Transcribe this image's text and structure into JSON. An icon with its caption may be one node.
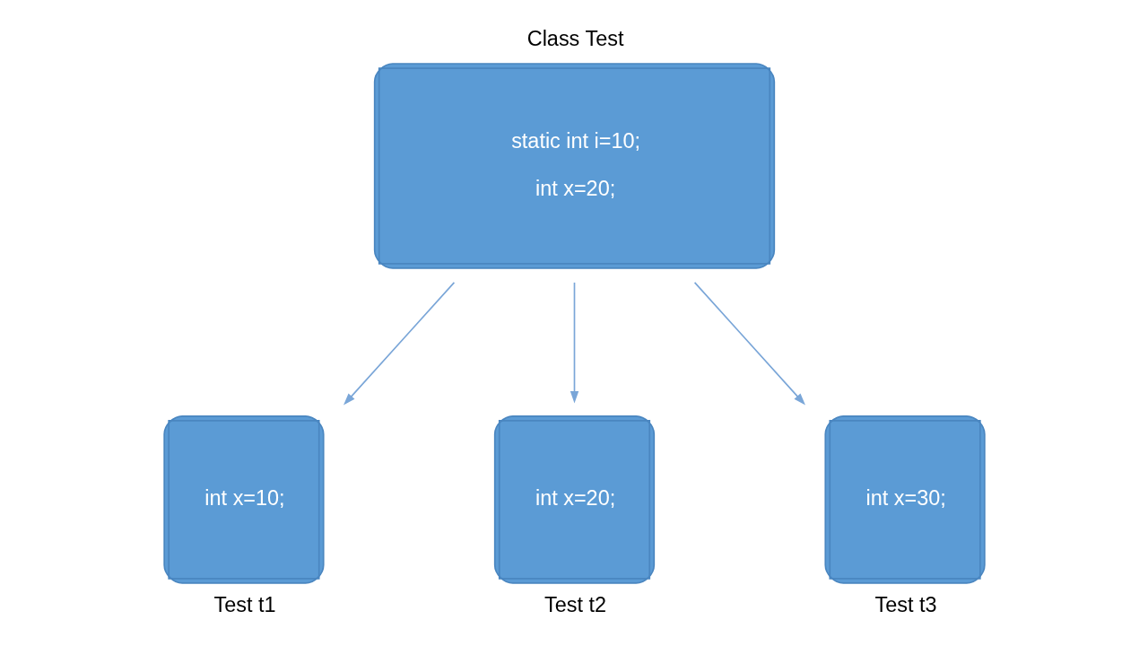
{
  "diagram": {
    "nodes": [
      {
        "text": [
          "static int i=10;",
          "int x=20;"
        ],
        "beside": [
          "Class Test"
        ]
      },
      {
        "text": [
          "int x=10;"
        ],
        "beside": [
          "Test t1"
        ]
      },
      {
        "text": [
          "int x=20;"
        ],
        "beside": [
          "Test t2"
        ]
      },
      {
        "text": [
          "int x=30;"
        ],
        "beside": [
          "Test t3"
        ]
      }
    ],
    "edges": [
      {
        "from": 0,
        "to": 1,
        "arrow": "to"
      },
      {
        "from": 0,
        "to": 2,
        "arrow": "to"
      },
      {
        "from": 0,
        "to": 3,
        "arrow": "to"
      }
    ]
  }
}
